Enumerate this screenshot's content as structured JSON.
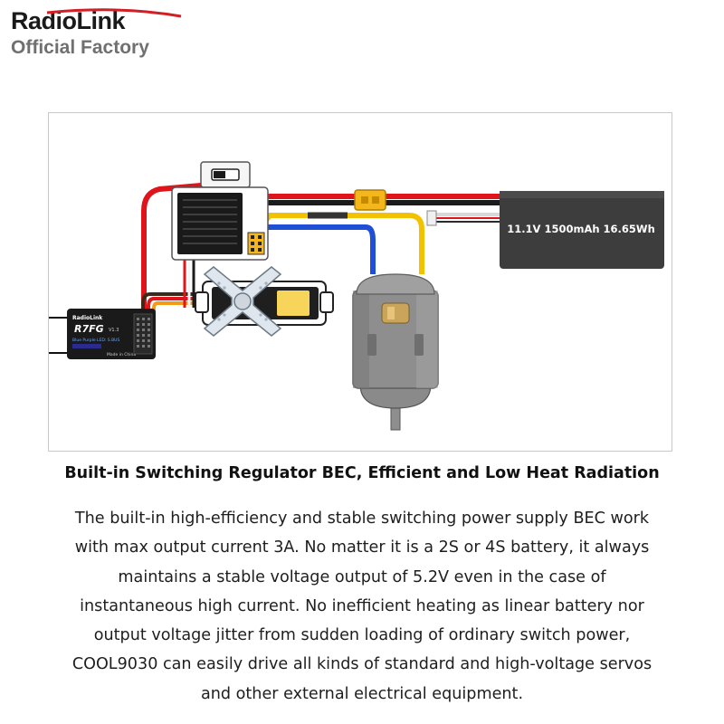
{
  "brand": {
    "name": "RadioLink",
    "subtitle": "Official Factory"
  },
  "diagram": {
    "battery_label": "11.1V 1500mAh 16.65Wh",
    "receiver_brand": "RadioLink",
    "receiver_model": "R7FG",
    "receiver_version": "V1.3",
    "receiver_led": "Blue Purple LED: S.BUS",
    "receiver_made_in": "Made in China",
    "colors": {
      "red_wire": "#e0141b",
      "black_wire": "#1b1b1b",
      "yellow_wire": "#f2c200",
      "blue_wire": "#1f4fd6",
      "xt60_connector": "#f4b71b",
      "battery_body": "#3d3d3d",
      "motor_body": "#8e8e8e"
    }
  },
  "content": {
    "headline": "Built-in Switching Regulator BEC, Efficient and Low Heat Radiation",
    "paragraph_lines": [
      "The built-in high-efficiency and stable switching power supply BEC work",
      "with max output current 3A. No matter it is a 2S or 4S battery, it always",
      "maintains a stable voltage output of 5.2V even in the case of",
      "instantaneous high current. No inefficient heating as linear battery nor",
      "output voltage jitter from sudden loading of ordinary switch power,",
      "COOL9030 can easily drive all kinds of standard and high-voltage servos",
      "and other external electrical equipment."
    ]
  }
}
